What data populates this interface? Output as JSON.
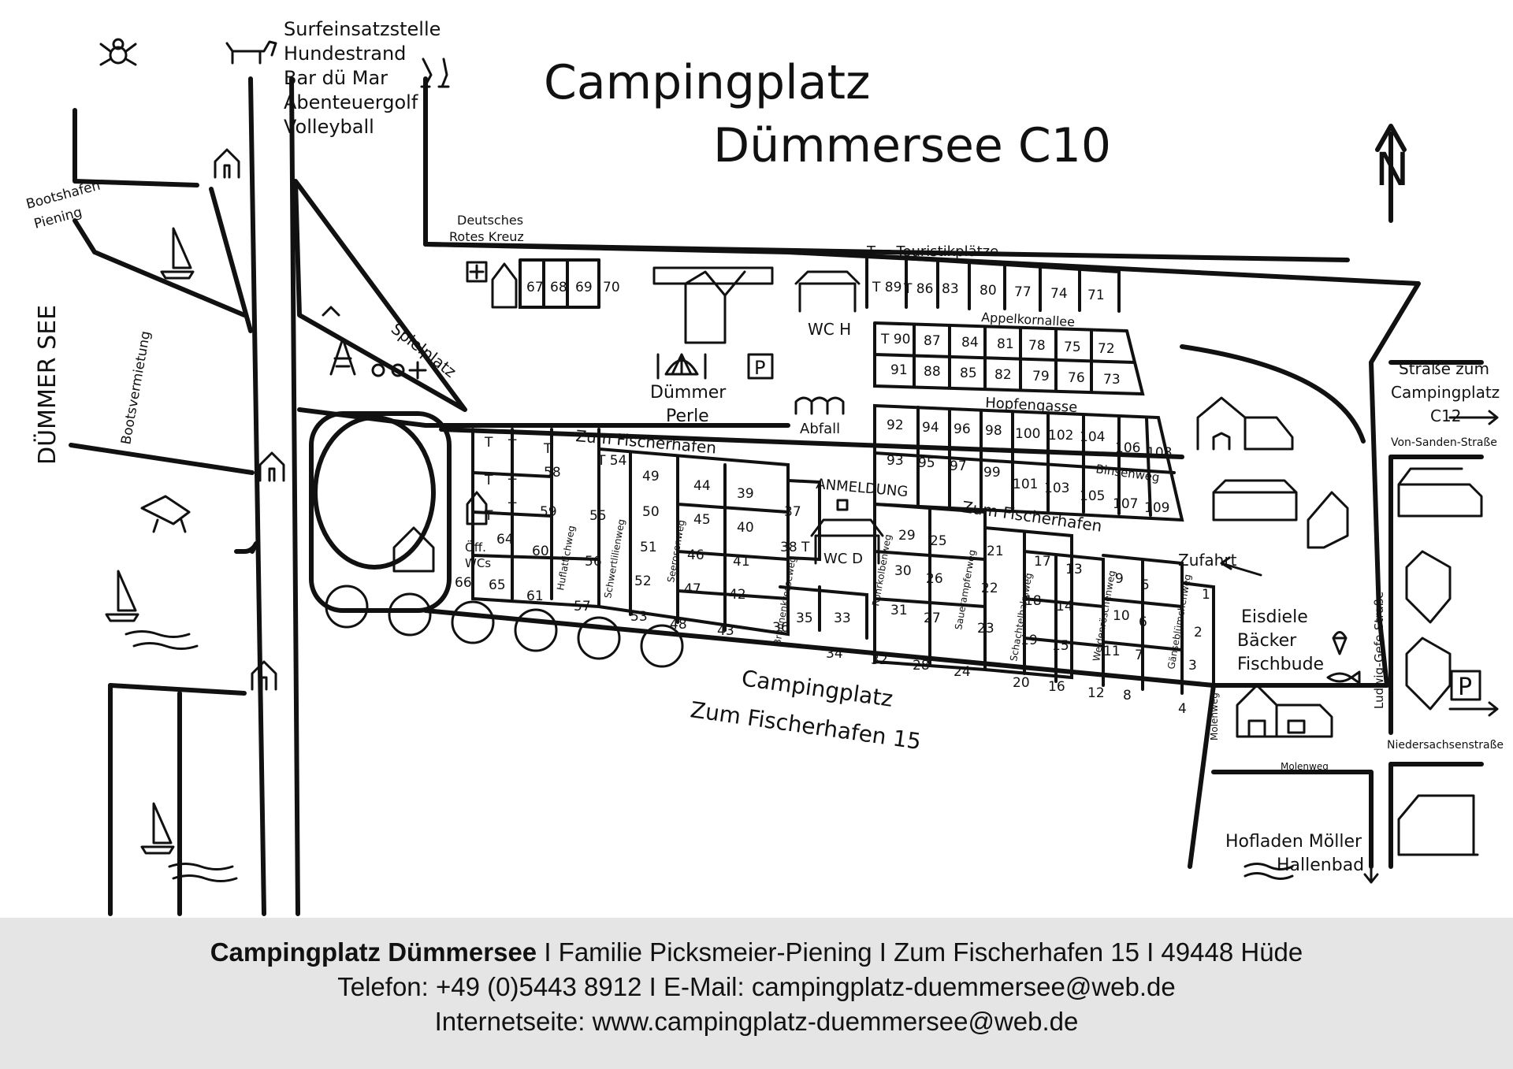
{
  "title": {
    "line1": "Campingplatz",
    "line2": "Dümmersee C10"
  },
  "labels": {
    "activities": [
      "Surfeinsatzstelle",
      "Hundestrand",
      "Bar dü Mar",
      "Abenteuergolf",
      "Volleyball"
    ],
    "bootshafen": [
      "Bootshafen",
      "Piening"
    ],
    "duemmer_see": "DÜMMER SEE",
    "bootsvermietung": "Bootsvermietung",
    "spielplatz": "Spielplatz",
    "drk": [
      "Deutsches",
      "Rotes Kreuz"
    ],
    "touristik": "T = Touristikplätze",
    "appelkornallee": "Appelkornallee",
    "hopfengasse": "Hopfengasse",
    "binsenweg": "Binsenweg",
    "wc_h": "WC H",
    "wc_d": "WC D",
    "duemmer_perle": [
      "Dümmer",
      "Perle"
    ],
    "abfall": "Abfall",
    "anmeldung": "ANMELDUNG",
    "zum_fischerhafen_1": "Zum Fischerhafen",
    "zum_fischerhafen_2": "Zum Fischerhafen",
    "oeff_wcs": [
      "Öff.",
      "WCs"
    ],
    "zufahrt": "Zufahrt",
    "eisdiele": [
      "Eisdiele",
      "Bäcker",
      "Fischbude"
    ],
    "strasse_c12": [
      "Straße zum",
      "Campingplatz",
      "C12"
    ],
    "von_sanden": "Von-Sanden-Straße",
    "ludwig_gefe": "Ludwig-Gefe-Straße",
    "niedersachsen": "Niedersachsenstraße",
    "molenweg_h": "Molenweg",
    "molenweg_v": "Molenweg",
    "hofladen": [
      "Hofladen Möller",
      "Hallenbad"
    ],
    "address": [
      "Campingplatz",
      "Zum Fischerhafen 15"
    ],
    "parking": "P",
    "north": "N",
    "lanes": [
      "Huflattichweg",
      "Schwertlilienweg",
      "Seerosenweg",
      "Brunnenkresseweg",
      "Rohrkolbenweg",
      "Sauerampferweg",
      "Schachtelhalmweg",
      "Weidenröschenweg",
      "Gänseblümchenweg"
    ]
  },
  "pitches": {
    "top_left": [
      "67",
      "68",
      "69",
      "70"
    ],
    "top_row": [
      "T 89",
      "T 86",
      "83",
      "80",
      "77",
      "74",
      "71"
    ],
    "row2": [
      "T 90",
      "87",
      "84",
      "81",
      "78",
      "75",
      "72"
    ],
    "row3": [
      "91",
      "88",
      "85",
      "82",
      "79",
      "76",
      "73"
    ],
    "row4": [
      "92",
      "94",
      "96",
      "98",
      "100",
      "102",
      "104",
      "106",
      "108"
    ],
    "row5": [
      "93",
      "95",
      "97",
      "99",
      "101",
      "103",
      "105",
      "107",
      "109"
    ],
    "west_block": [
      "T",
      "T",
      "T",
      "58",
      "T",
      "T",
      "T",
      "59",
      "T",
      "64",
      "60",
      "66",
      "65",
      "61"
    ],
    "mid_block": [
      "T 54",
      "55",
      "56",
      "57",
      "49",
      "50",
      "51",
      "52",
      "53",
      "44",
      "45",
      "46",
      "47",
      "48",
      "39",
      "40",
      "41",
      "42",
      "43",
      "37",
      "38 T",
      "36",
      "35",
      "33",
      "34"
    ],
    "south_block": [
      "29",
      "25",
      "30",
      "26",
      "31",
      "27",
      "32",
      "28",
      "21",
      "22",
      "23",
      "24",
      "17",
      "13",
      "18",
      "14",
      "19",
      "15",
      "20",
      "16",
      "9",
      "5",
      "10",
      "6",
      "11",
      "7",
      "12",
      "8",
      "1",
      "2",
      "3",
      "4"
    ]
  },
  "footer": {
    "line1_bold": "Campingplatz Dümmersee",
    "line1_rest": " I Familie Picksmeier-Piening I Zum Fischerhafen 15 I 49448 Hüde",
    "line2": "Telefon: +49 (0)5443 8912 I E-Mail: campingplatz-duemmersee@web.de",
    "line3": "Internetseite: www.campingplatz-duemmersee@web.de"
  }
}
